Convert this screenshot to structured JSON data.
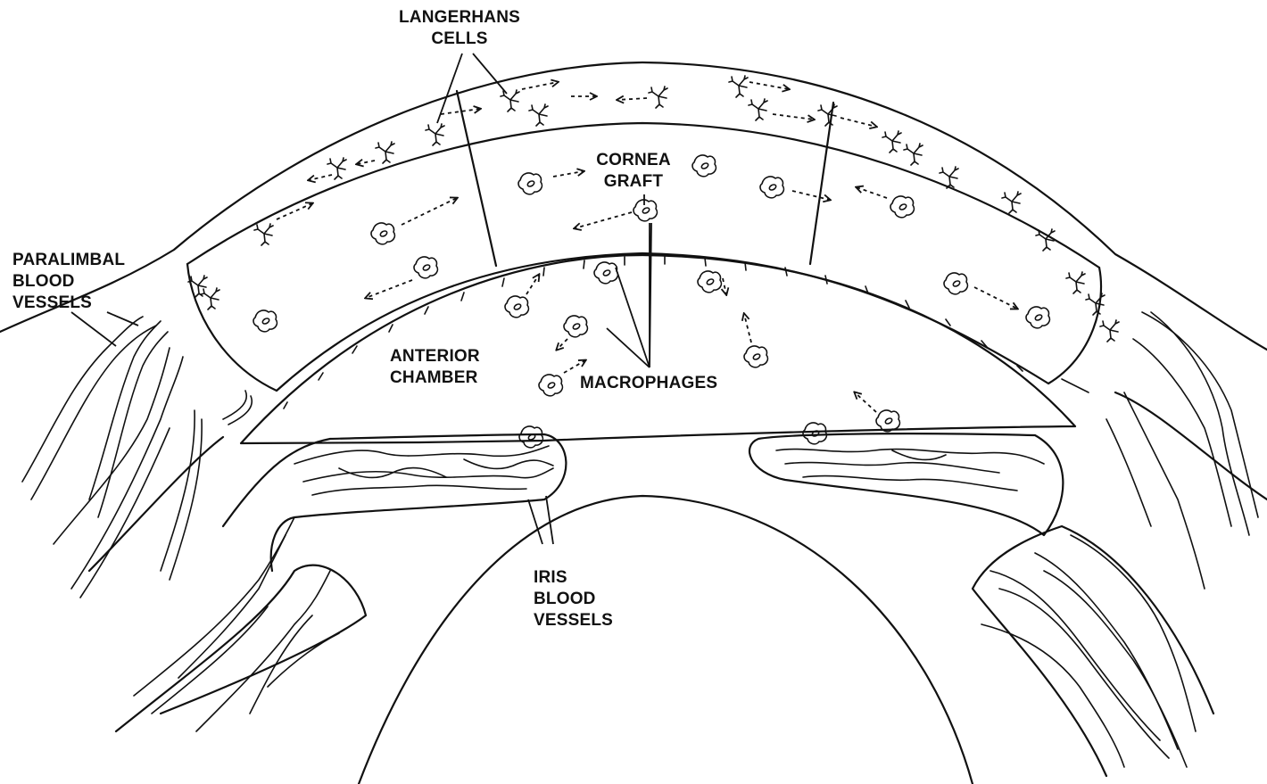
{
  "labels": {
    "langerhans_line1": "LANGERHANS",
    "langerhans_line2": "CELLS",
    "cornea_line1": "CORNEA",
    "cornea_line2": "GRAFT",
    "paralimbal_line1": "PARALIMBAL",
    "paralimbal_line2": "BLOOD",
    "paralimbal_line3": "VESSELS",
    "anterior_line1": "ANTERIOR",
    "anterior_line2": "CHAMBER",
    "macrophages": "MACROPHAGES",
    "iris_line1": "IRIS",
    "iris_line2": "BLOOD",
    "iris_line3": "VESSELS"
  },
  "icons": {
    "langerhans_cell": "dendritic-cell-icon",
    "macrophage": "macrophage-cell-icon"
  }
}
